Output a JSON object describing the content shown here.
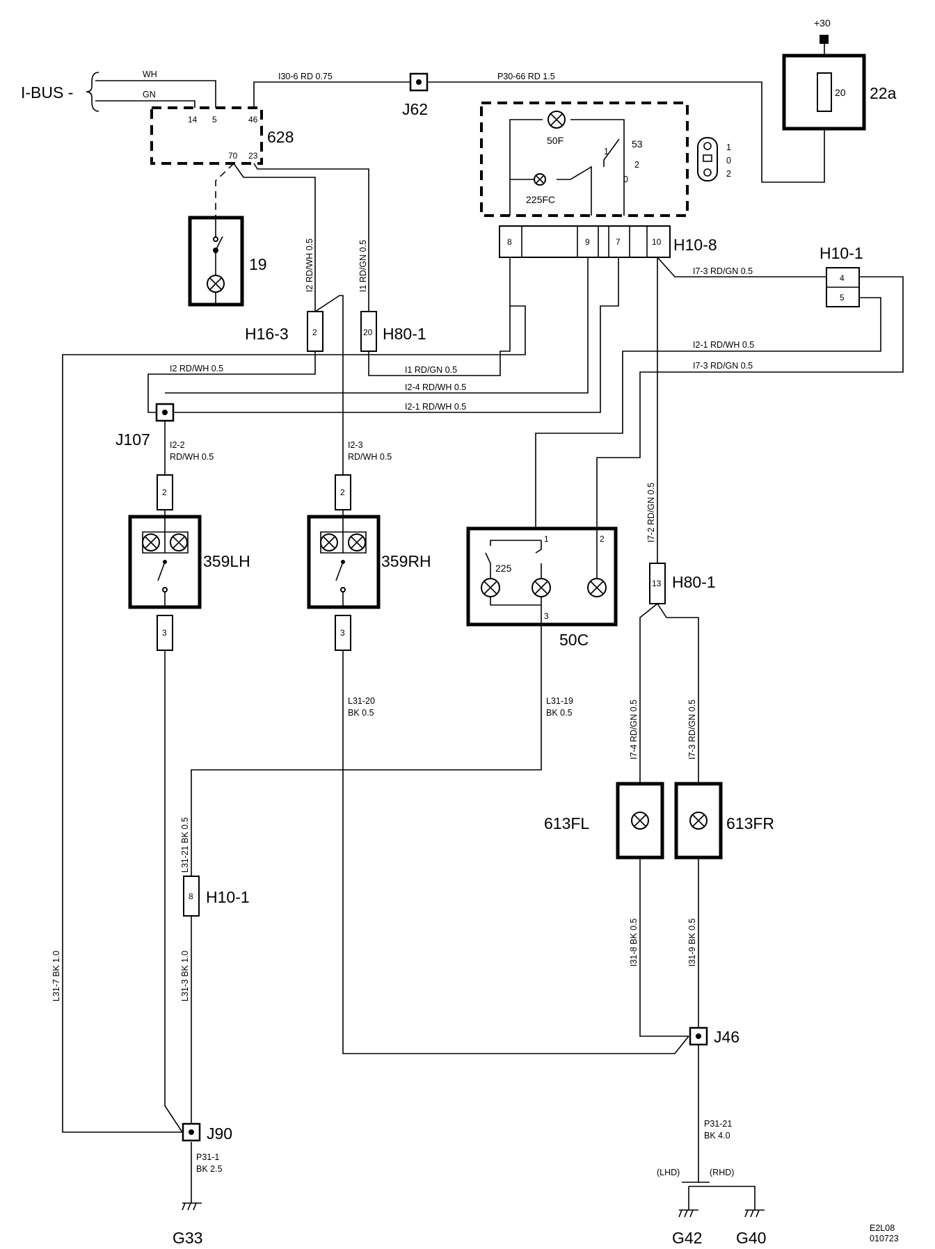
{
  "components": {
    "ibus": "I-BUS -",
    "c628": "628",
    "c19": "19",
    "j62": "J62",
    "c22a": "22a",
    "plus30": "+30",
    "fuse20": "20",
    "c50F": "50F",
    "c225FC": "225FC",
    "c53": "53",
    "h10_8": "H10-8",
    "h10_1_top": "H10-1",
    "h16_3": "H16-3",
    "h80_1_top": "H80-1",
    "j107": "J107",
    "c359LH": "359LH",
    "c359RH": "359RH",
    "c50C": "50C",
    "c225": "225",
    "h80_1_mid": "H80-1",
    "c613FL": "613FL",
    "c613FR": "613FR",
    "h10_1_bot": "H10-1",
    "j46": "J46",
    "j90": "J90",
    "g33": "G33",
    "g42": "G42",
    "g40": "G40",
    "lhd": "(LHD)",
    "rhd": "(RHD)",
    "code1": "E2L08",
    "code2": "010723"
  },
  "wires": {
    "wh": "WH",
    "gn": "GN",
    "i30_6": "I30-6  RD  0.75",
    "p30_66": "P30-66  RD  1.5",
    "i2_628": "I2  RD/WH 0.5",
    "i1_628": "I1  RD/GN 0.5",
    "i7_3_top": "I7-3  RD/GN 0.5",
    "i2_1_a": "I2-1  RD/WH 0.5",
    "i7_3_b": "I7-3  RD/GN 0.5",
    "i2_h": "I2  RD/WH 0.5",
    "i1_h": "I1  RD/GN 0.5",
    "i2_4": "I2-4  RD/WH 0.5",
    "i2_1_b": "I2-1  RD/WH 0.5",
    "i2_2_a": "I2-2",
    "i2_2_b": "RD/WH  0.5",
    "i2_3_a": "I2-3",
    "i2_3_b": "RD/WH  0.5",
    "i7_2": "I7-2  RD/GN 0.5",
    "l31_20_a": "L31-20",
    "l31_20_b": "BK 0.5",
    "l31_19_a": "L31-19",
    "l31_19_b": "BK 0.5",
    "i7_4": "I7-4  RD/GN 0.5",
    "i7_3_c": "I7-3  RD/GN 0.5",
    "l31_21": "L31-21  BK  0.5",
    "l31_7": "L31-7  BK  1.0",
    "l31_3": "L31-3  BK  1.0",
    "i31_8": "I31-8  BK  0.5",
    "i31_9": "I31-9  BK  0.5",
    "p31_21_a": "P31-21",
    "p31_21_b": "BK 4.0",
    "p31_1_a": "P31-1",
    "p31_1_b": "BK 2.5"
  },
  "pins": {
    "p14": "14",
    "p5": "5",
    "p46": "46",
    "p70": "70",
    "p23": "23",
    "h8": "8",
    "h9": "9",
    "h7": "7",
    "h10": "10",
    "h4": "4",
    "h5": "5",
    "h16_2": "2",
    "h80_20": "20",
    "lh2": "2",
    "lh3": "3",
    "rh2": "2",
    "rh3": "3",
    "c50c_1": "1",
    "c50c_2": "2",
    "c50c_3": "3",
    "h80_13": "13",
    "h10_8p": "8",
    "sw53_1": "1",
    "sw53_2": "2",
    "sw53_0": "0",
    "knob1": "1",
    "knob0": "0",
    "knob2": "2"
  }
}
